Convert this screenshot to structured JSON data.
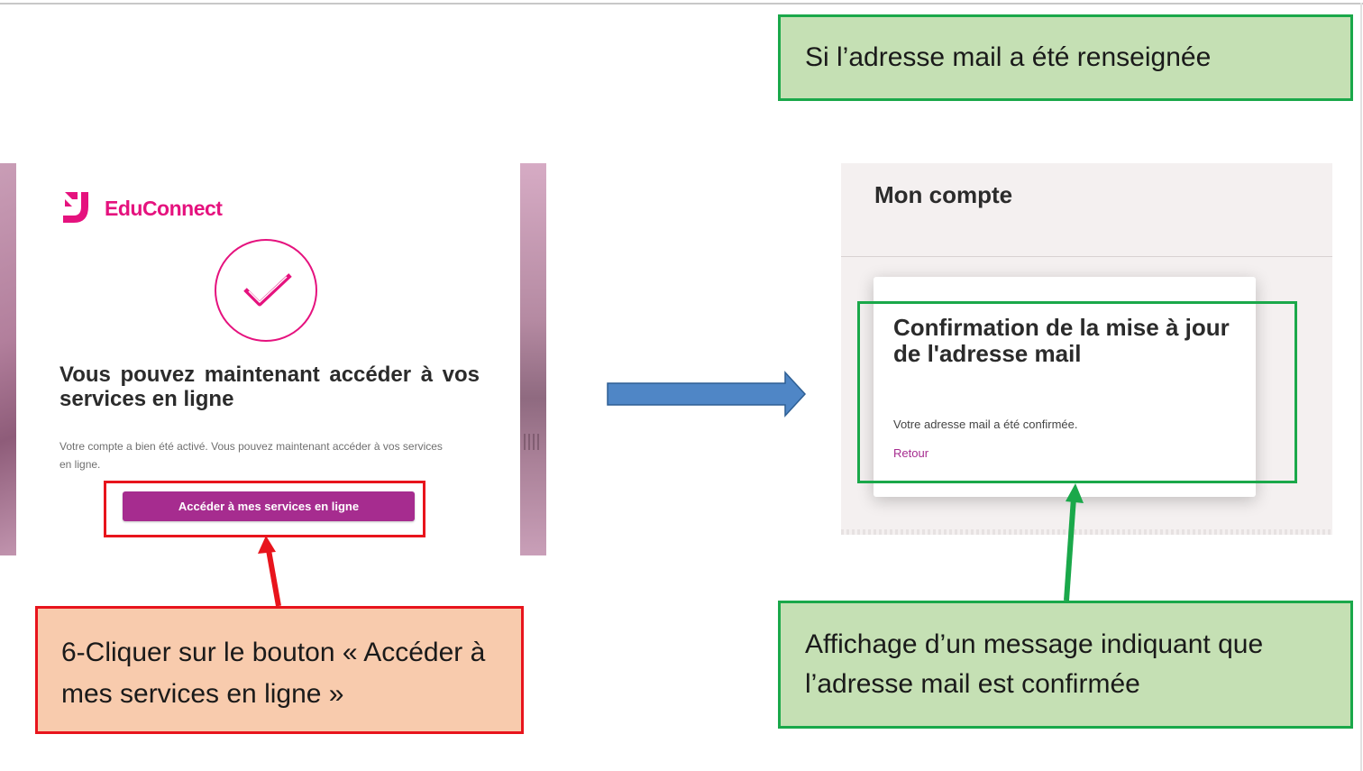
{
  "left_screen": {
    "logo_text": "EduConnect",
    "heading": "Vous pouvez maintenant accéder à vos services en ligne",
    "description": "Votre compte a bien été activé. Vous pouvez maintenant accéder à vos services en ligne.",
    "button_label": "Accéder à mes services en ligne"
  },
  "right_screen": {
    "title": "Mon compte",
    "modal_title": "Confirmation de la mise à jour de l'adresse mail",
    "modal_message": "Votre adresse mail a été confirmée.",
    "back_link": "Retour"
  },
  "annotations": {
    "condition_note": "Si l’adresse mail a été renseignée",
    "step_note": "6-Cliquer sur le bouton « Accéder à mes services en ligne »",
    "result_note": "Affichage d’un message indiquant que l’adresse mail est confirmée"
  },
  "colors": {
    "brand_pink": "#e5127e",
    "button_purple": "#a62c8f",
    "annotation_red": "#e8141c",
    "annotation_green": "#1aa84a",
    "note_red_bg": "#f8cbad",
    "note_green_bg": "#c5e0b4",
    "flow_arrow": "#4f86c6"
  },
  "icons": [
    "educonnect-logo-icon",
    "check-icon",
    "flow-arrow-icon",
    "pointer-arrow-icon"
  ]
}
